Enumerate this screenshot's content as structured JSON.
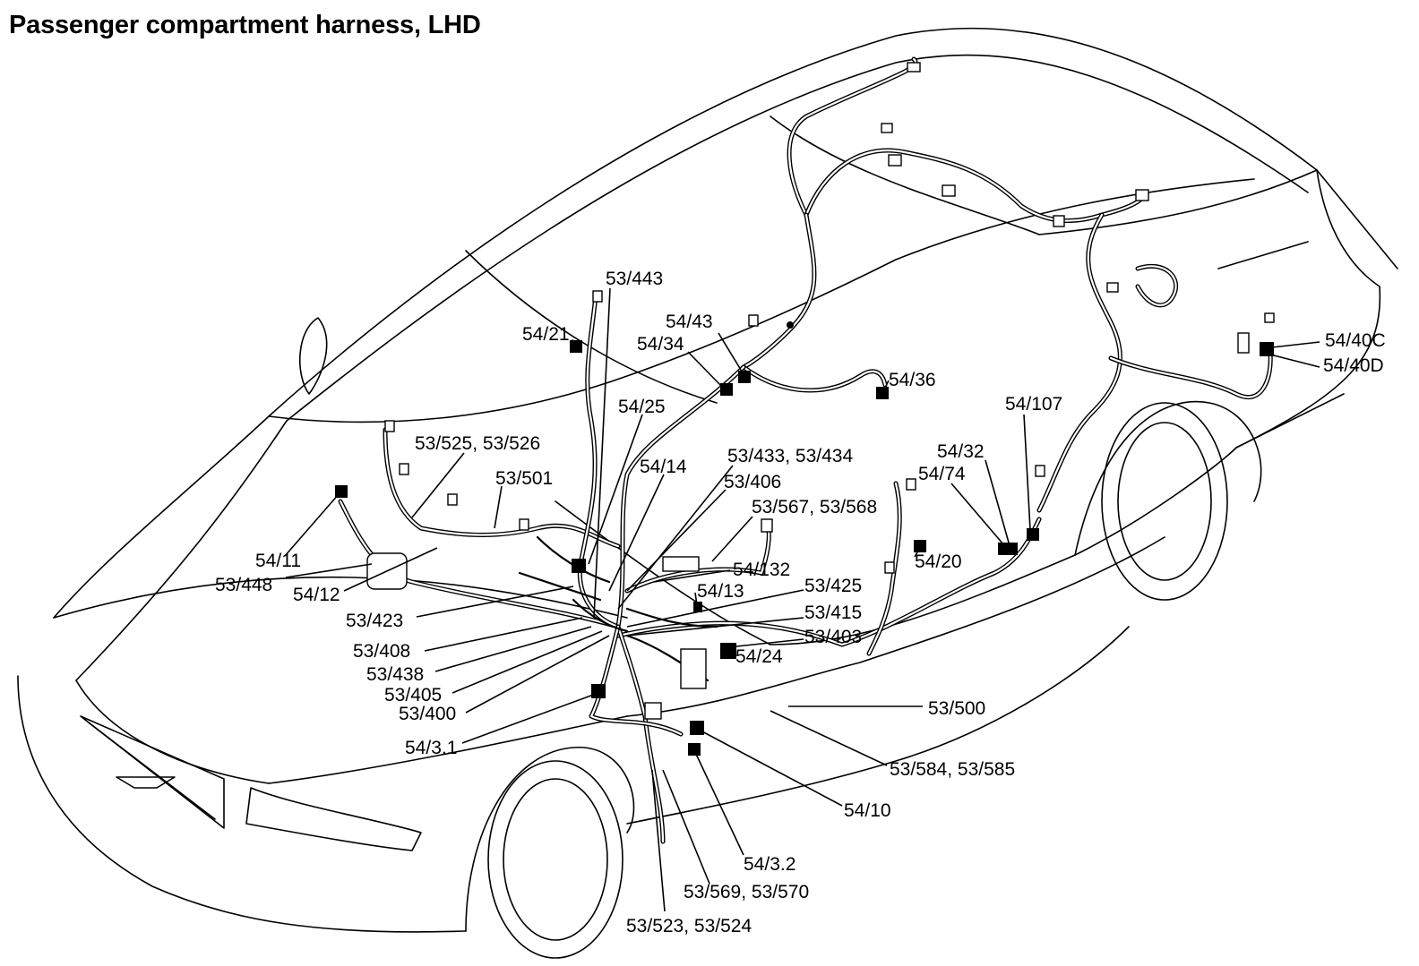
{
  "title": "Passenger compartment harness, LHD",
  "labels": [
    {
      "text": "53/443"
    },
    {
      "text": "54/21"
    },
    {
      "text": "54/43"
    },
    {
      "text": "54/34"
    },
    {
      "text": "54/36"
    },
    {
      "text": "54/40C"
    },
    {
      "text": "54/40D"
    },
    {
      "text": "54/107"
    },
    {
      "text": "54/25"
    },
    {
      "text": "53/525, 53/526"
    },
    {
      "text": "53/501"
    },
    {
      "text": "54/14"
    },
    {
      "text": "53/433, 53/434"
    },
    {
      "text": "53/406"
    },
    {
      "text": "53/567, 53/568"
    },
    {
      "text": "54/32"
    },
    {
      "text": "54/74"
    },
    {
      "text": "54/11"
    },
    {
      "text": "53/448"
    },
    {
      "text": "54/12"
    },
    {
      "text": "54/132"
    },
    {
      "text": "54/20"
    },
    {
      "text": "54/13"
    },
    {
      "text": "53/425"
    },
    {
      "text": "53/423"
    },
    {
      "text": "53/415"
    },
    {
      "text": "53/408"
    },
    {
      "text": "53/403"
    },
    {
      "text": "54/24"
    },
    {
      "text": "53/438"
    },
    {
      "text": "53/405"
    },
    {
      "text": "53/400"
    },
    {
      "text": "53/500"
    },
    {
      "text": "54/3.1"
    },
    {
      "text": "53/584, 53/585"
    },
    {
      "text": "54/10"
    },
    {
      "text": "54/3.2"
    },
    {
      "text": "53/569, 53/570"
    },
    {
      "text": "53/523, 53/524"
    }
  ]
}
